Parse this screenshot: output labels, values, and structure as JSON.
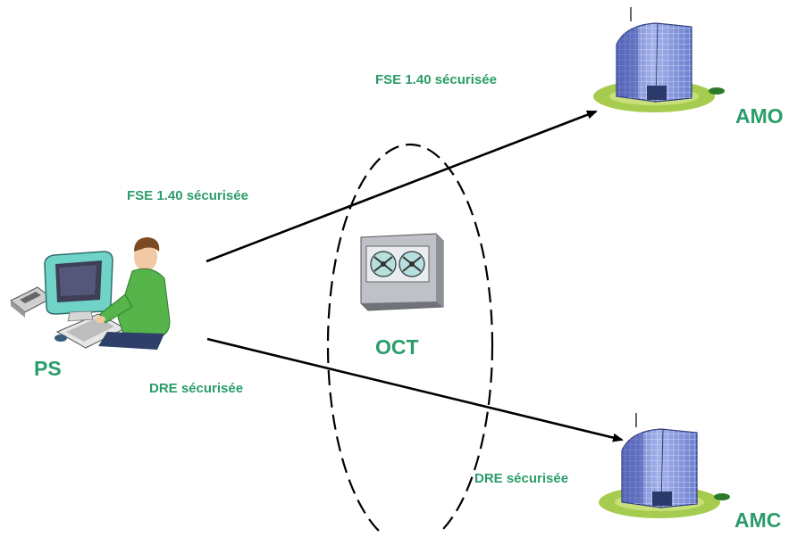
{
  "labels": {
    "ps": "PS",
    "oct": "OCT",
    "amo": "AMO",
    "amc": "AMC",
    "fse_left": "FSE 1.40 sécurisée",
    "fse_right": "FSE 1.40 sécurisée",
    "dre_left": "DRE sécurisée",
    "dre_right": "DRE sécurisée"
  },
  "colors": {
    "label_green": "#2a9d6a",
    "arrow": "#000000",
    "building_glass": "#7e8fd6",
    "lawn": "#a5cc4e",
    "monitor_teal": "#6fd3c8",
    "shirt_green": "#56b44a"
  },
  "icons": {
    "workstation": "computer-user-icon",
    "server": "server-cabinet-icon",
    "building": "office-building-icon"
  }
}
